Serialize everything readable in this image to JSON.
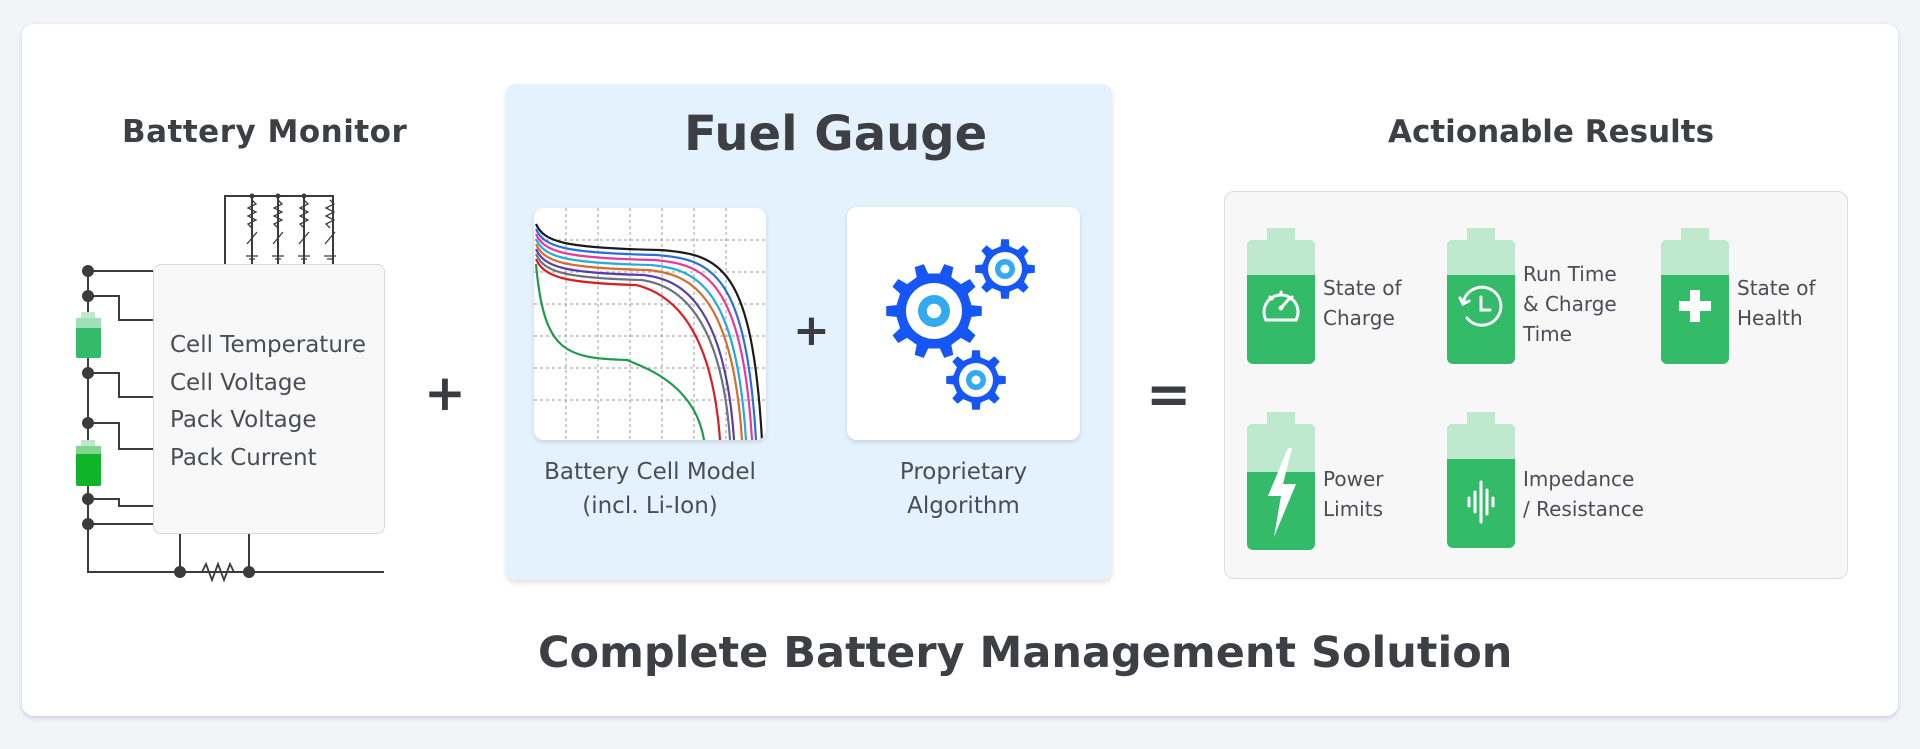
{
  "battery_monitor": {
    "title": "Battery Monitor",
    "measurements": [
      "Cell Temperature",
      "Cell Voltage",
      "Pack Voltage",
      "Pack Current"
    ]
  },
  "fuel_gauge": {
    "title": "Fuel Gauge",
    "cell_model": {
      "line1": "Battery Cell Model",
      "line2": "(incl. Li-Ion)"
    },
    "algorithm": {
      "line1": "Proprietary",
      "line2": "Algorithm"
    },
    "curve_colors": [
      "#1b1b1b",
      "#2d6fd8",
      "#e43b9a",
      "#27a9e1",
      "#d96b2b",
      "#5a3fa8",
      "#6b7280",
      "#d81f26",
      "#1e9a4a"
    ]
  },
  "operators": {
    "plus": "+",
    "equals": "="
  },
  "actionable_results": {
    "title": "Actionable Results",
    "items": [
      {
        "lines": [
          "State of",
          "Charge"
        ],
        "icon": "gauge-icon"
      },
      {
        "lines": [
          "Run Time",
          "& Charge",
          "Time"
        ],
        "icon": "clock-icon"
      },
      {
        "lines": [
          "State of",
          "Health"
        ],
        "icon": "plus-icon"
      },
      {
        "lines": [
          "Power",
          "Limits"
        ],
        "icon": "lightning-icon"
      },
      {
        "lines": [
          "Impedance",
          "/ Resistance"
        ],
        "icon": "waveform-icon"
      }
    ]
  },
  "footer": "Complete Battery Management Solution",
  "colors": {
    "battery_green": "#33bb6a",
    "battery_cap": "#bfe9cf",
    "gear_blue": "#1656f5",
    "gear_center": "#33a9f0",
    "panel_blue": "#e4f2fd",
    "heading": "#3d3f45"
  }
}
